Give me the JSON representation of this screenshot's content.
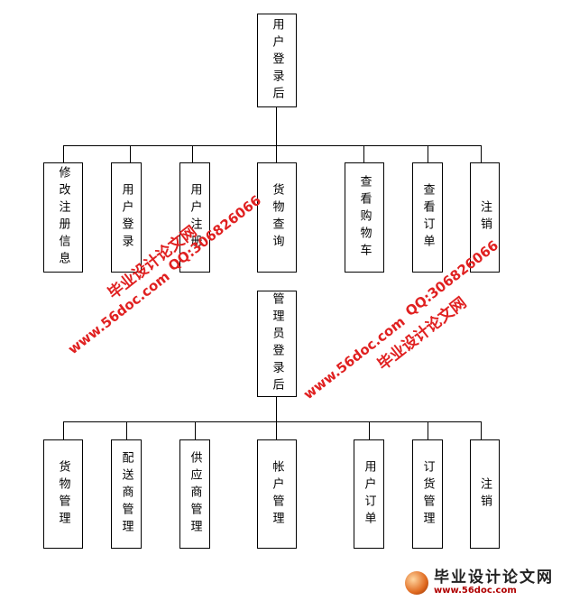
{
  "user_tree": {
    "root": "用户登录后",
    "children": [
      "修改注册信息",
      "用户登录",
      "用户注册",
      "货物查询",
      "查看购物车",
      "查看订单",
      "注销"
    ]
  },
  "admin_tree": {
    "root": "管理员登录后",
    "children": [
      "货物管理",
      "配送商管理",
      "供应商管理",
      "帐户管理",
      "用户订单",
      "订货管理",
      "注销"
    ]
  },
  "watermarks": {
    "site_cn": "毕业设计论文网",
    "url": "www.56doc.com",
    "qq": "QQ:306826066"
  },
  "logo": {
    "title": "毕业设计论文网",
    "url": "www.56doc.com"
  }
}
